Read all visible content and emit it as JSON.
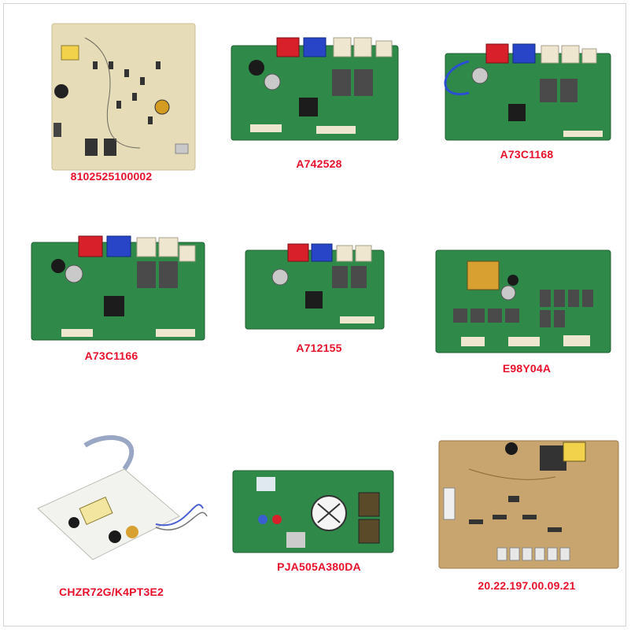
{
  "products": [
    {
      "id": "p1",
      "label": "8102525100002",
      "board": "beige"
    },
    {
      "id": "p2",
      "label": "A742528",
      "board": "green"
    },
    {
      "id": "p3",
      "label": "A73C1168",
      "board": "green"
    },
    {
      "id": "p4",
      "label": "A73C1166",
      "board": "green"
    },
    {
      "id": "p5",
      "label": "A712155",
      "board": "green"
    },
    {
      "id": "p6",
      "label": "E98Y04A",
      "board": "green"
    },
    {
      "id": "p7",
      "label": "CHZR72G/K4PT3E2",
      "board": "white"
    },
    {
      "id": "p8",
      "label": "PJA505A380DA",
      "board": "green"
    },
    {
      "id": "p9",
      "label": "20.22.197.00.09.21",
      "board": "tan"
    }
  ],
  "colors": {
    "label": "#e8102a",
    "pcb_green": "#2f8a4a",
    "pcb_beige": "#e7dcb8",
    "pcb_tan": "#c8a56e",
    "pcb_white": "#f2f2ee",
    "connector_red": "#d8202a",
    "connector_blue": "#2845c8",
    "connector_cream": "#efe6cf"
  }
}
